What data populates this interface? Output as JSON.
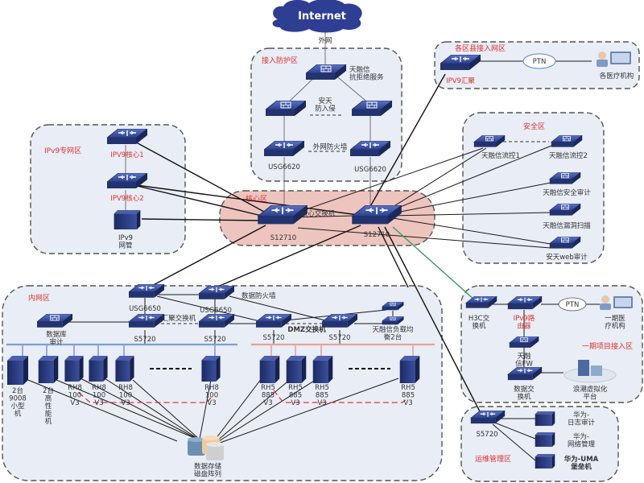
{
  "internet": {
    "label": "Internet",
    "link_label": "外网"
  },
  "zones": {
    "access_protect": {
      "title": "接入防护区",
      "anti_ddos": "天融信\n抗拒绝服务",
      "ips": "安天\n防入侵",
      "firewall": "外网防火墙",
      "fw_left": "USG6620",
      "fw_right": "USG6620"
    },
    "county": {
      "title": "各区县接入网区",
      "router": "IPV9汇聚",
      "cloud": "PTN",
      "clients": "各医疗机构"
    },
    "ipv9": {
      "title": "IPv9专网区",
      "core1": "IPV9核心1",
      "core2": "IPV9核心2",
      "mgmt": "IPv9\n网管"
    },
    "core": {
      "title": "核心区",
      "switch_label": "核心交换机",
      "left": "S12710",
      "right": "S12710"
    },
    "security": {
      "title": "安全区",
      "items": [
        "天融信流控1",
        "天融信流控2",
        "天融信安全审计",
        "天融信漏洞扫描",
        "安天web审计"
      ]
    },
    "intranet": {
      "title": "内网区",
      "fw_left": "USG6650",
      "fw_right": "USG6650",
      "data_fw": "数据防火墙",
      "db_audit": "数据库\n审计",
      "agg_label": "汇聚交换机",
      "agg_left": "S5720",
      "agg_right": "S5720",
      "dmz_label": "DMZ交换机",
      "dmz_left": "S5720",
      "dmz_right": "S5720",
      "load_balancer": "天融信负载均\n衡2台",
      "servers_left": [
        "2台\n9008\n小型\n机",
        "2台\n高\n性\n能\n机",
        "RH8\n100\nV3",
        "RH8\n100\nV3",
        "RH8\n100\nV3",
        "RH8\n100\nV3"
      ],
      "servers_right": [
        "RH5\n885\nV3",
        "RH5\n885\nV3",
        "RH5\n885\nV3",
        "RH5\n885\nV3"
      ],
      "storage": "数据存储\n磁盘阵列"
    },
    "phase1": {
      "title": "一期项目接入区",
      "h3c": "H3C交\n换机",
      "router": "IPv9路\n由器",
      "cloud": "PTN",
      "clients": "一期医\n疗机构",
      "topsec": "天融\n信FW",
      "data_switch": "数据交\n换机",
      "virt": "浪潮虚拟化\n平台"
    },
    "ops": {
      "title": "运维管理区",
      "switch": "S5720",
      "items": [
        "华为-\n日志审计",
        "华为-\n网络管理",
        "华为-UMA\n堡垒机"
      ]
    }
  },
  "colors": {
    "zone_fill": "#e8edf6",
    "core_fill": "#eec4bf",
    "zone_label": "#e0302a",
    "device": "#2b3f8c",
    "link_green": "#3c9a5f",
    "bus_blue": "#7d9ed8",
    "bus_red": "#e7a39a"
  }
}
